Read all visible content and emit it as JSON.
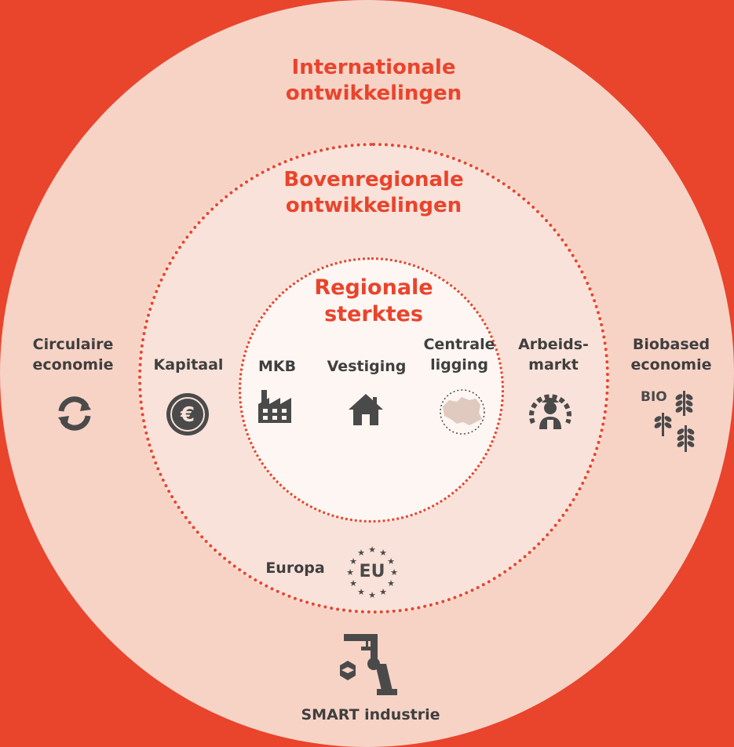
{
  "background_color": "#e9442c",
  "accent_color": "#e9442c",
  "text_color": "#3f3f3f",
  "titles": {
    "international": [
      "Internationale",
      "ontwikkelingen"
    ],
    "bovenregional": [
      "Bovenregionale",
      "ontwikkelingen"
    ],
    "regional": [
      "Regionale",
      "sterktes"
    ]
  },
  "items": {
    "circulaire_economie": {
      "label": [
        "Circulaire",
        "economie"
      ],
      "icon": "recycle-arrows-icon"
    },
    "kapitaal": {
      "label": [
        "Kapitaal"
      ],
      "icon": "euro-coin-icon"
    },
    "mkb": {
      "label": [
        "MKB"
      ],
      "icon": "factory-icon"
    },
    "vestiging": {
      "label": [
        "Vestiging"
      ],
      "icon": "house-icon"
    },
    "centrale_ligging": {
      "label": [
        "Centrale",
        "ligging"
      ],
      "icon": "region-map-icon"
    },
    "arbeidsmarkt": {
      "label": [
        "Arbeids-",
        "markt"
      ],
      "icon": "worker-gear-icon"
    },
    "biobased_economie": {
      "label": [
        "Biobased",
        "economie"
      ],
      "icon": "bio-wheat-icon",
      "icon_text": "BIO"
    },
    "europa": {
      "label": [
        "Europa"
      ],
      "icon": "eu-stars-icon",
      "icon_text": "EU"
    },
    "smart_industrie": {
      "label": [
        "SMART industrie"
      ],
      "icon": "robot-arm-icon"
    }
  }
}
